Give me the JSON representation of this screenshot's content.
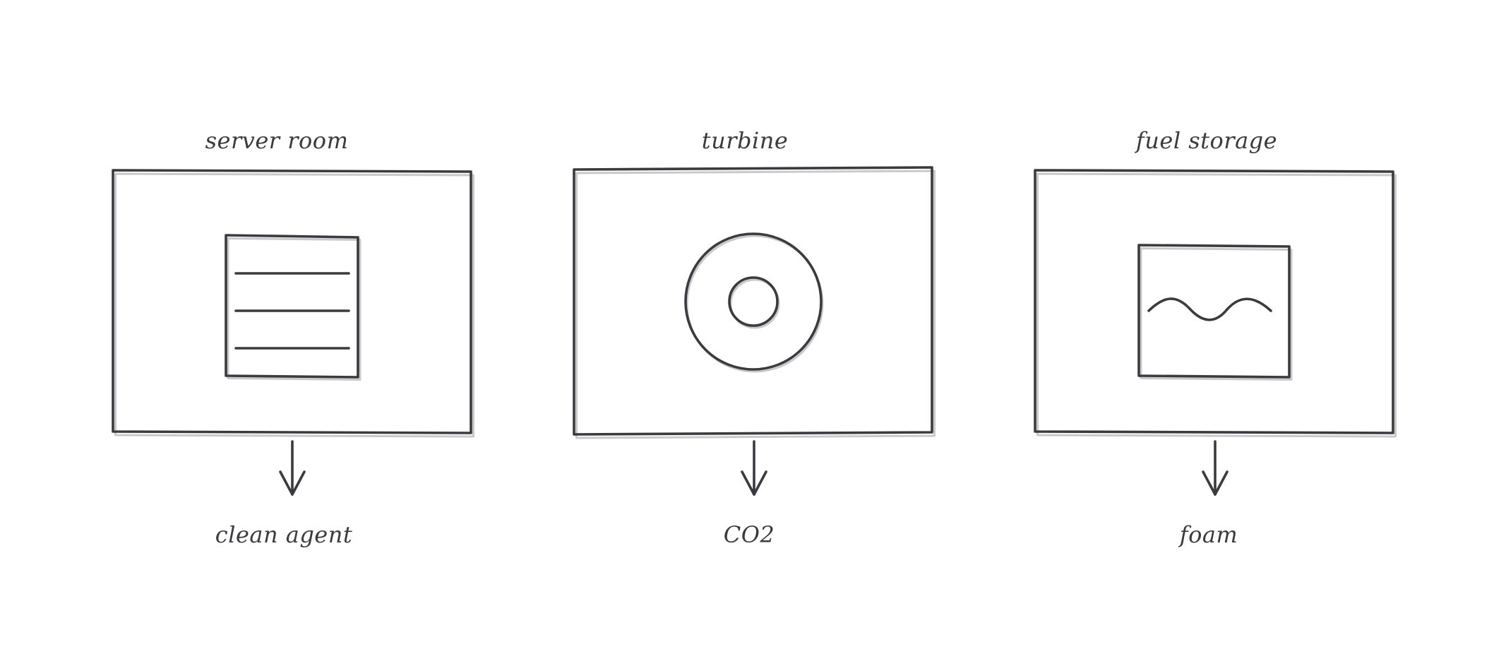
{
  "zones": [
    {
      "name": "server room",
      "agent": "clean agent",
      "icon": "server-rack-icon"
    },
    {
      "name": "turbine",
      "agent": "CO2",
      "icon": "turbine-ring-icon"
    },
    {
      "name": "fuel storage",
      "agent": "foam",
      "icon": "liquid-tank-icon"
    }
  ],
  "colors": {
    "ink": "#3a3a3f",
    "background": "#ffffff"
  }
}
